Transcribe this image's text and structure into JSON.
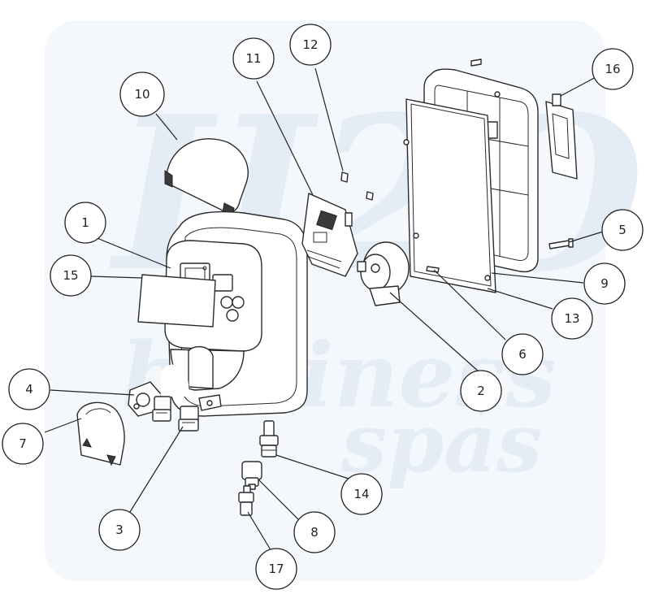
{
  "watermark": {
    "logo": "H2O",
    "line1": "business",
    "line2": "spas",
    "color": "#e4edf6"
  },
  "callouts": [
    {
      "label": "1"
    },
    {
      "label": "2"
    },
    {
      "label": "3"
    },
    {
      "label": "4"
    },
    {
      "label": "5"
    },
    {
      "label": "6"
    },
    {
      "label": "7"
    },
    {
      "label": "8"
    },
    {
      "label": "9"
    },
    {
      "label": "10"
    },
    {
      "label": "11"
    },
    {
      "label": "12"
    },
    {
      "label": "13"
    },
    {
      "label": "14"
    },
    {
      "label": "15"
    },
    {
      "label": "16"
    },
    {
      "label": "17"
    }
  ]
}
